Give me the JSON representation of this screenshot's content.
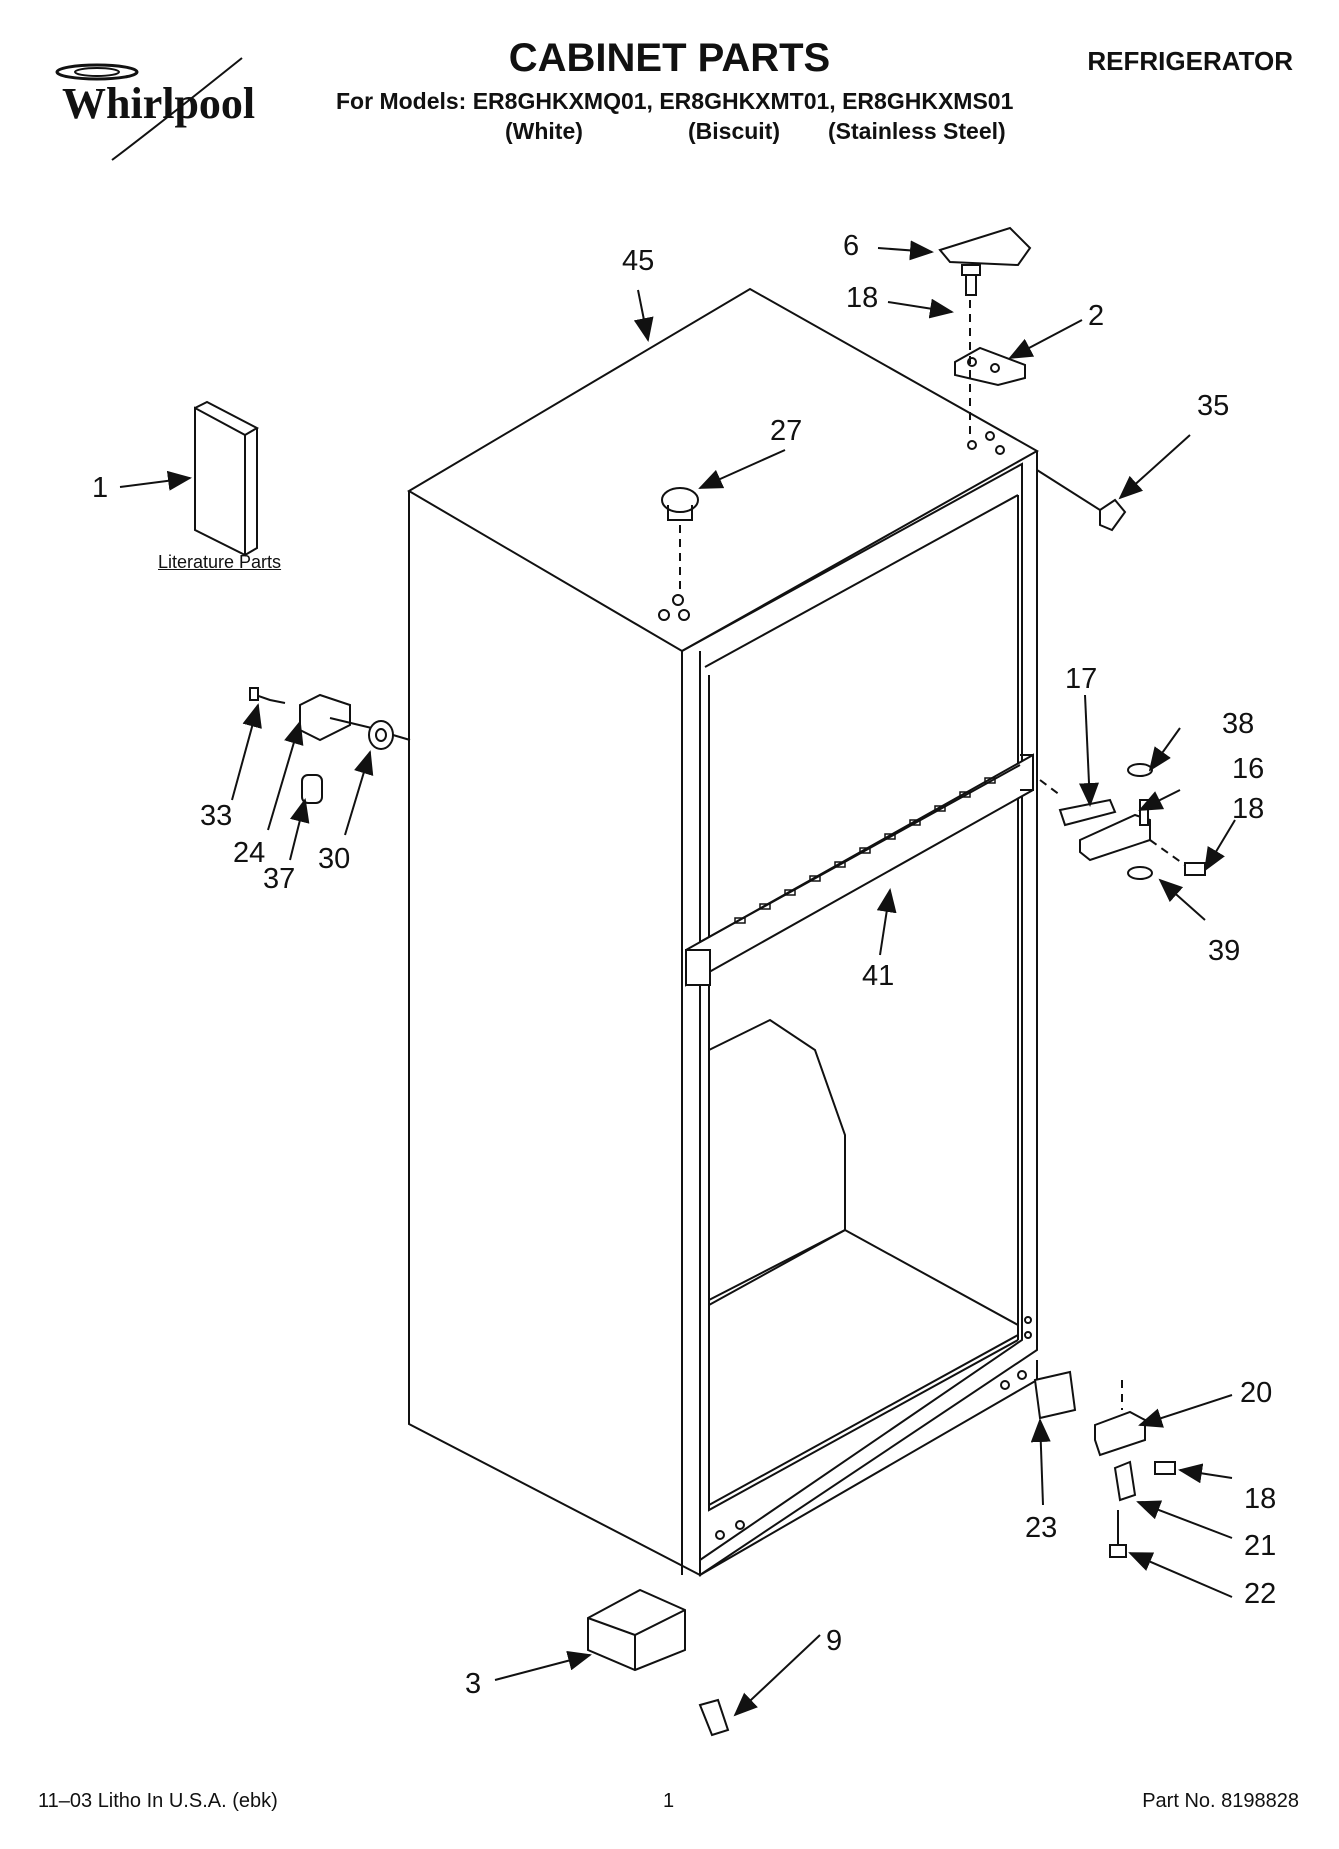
{
  "brand": "Whirlpool",
  "title": "CABINET PARTS",
  "product": "REFRIGERATOR",
  "models_line": "For Models: ER8GHKXMQ01, ER8GHKXMT01, ER8GHKXMS01",
  "variants": [
    "(White)",
    "(Biscuit)",
    "(Stainless Steel)"
  ],
  "literature_label": "Literature Parts",
  "callouts": [
    "45",
    "6",
    "18",
    "2",
    "35",
    "27",
    "1",
    "17",
    "38",
    "16",
    "18",
    "33",
    "24",
    "37",
    "30",
    "41",
    "39",
    "20",
    "18",
    "23",
    "21",
    "22",
    "9",
    "3"
  ],
  "footer": {
    "left": "11–03 Litho In U.S.A. (ebk)",
    "center": "1",
    "right": "Part No. 8198828"
  }
}
